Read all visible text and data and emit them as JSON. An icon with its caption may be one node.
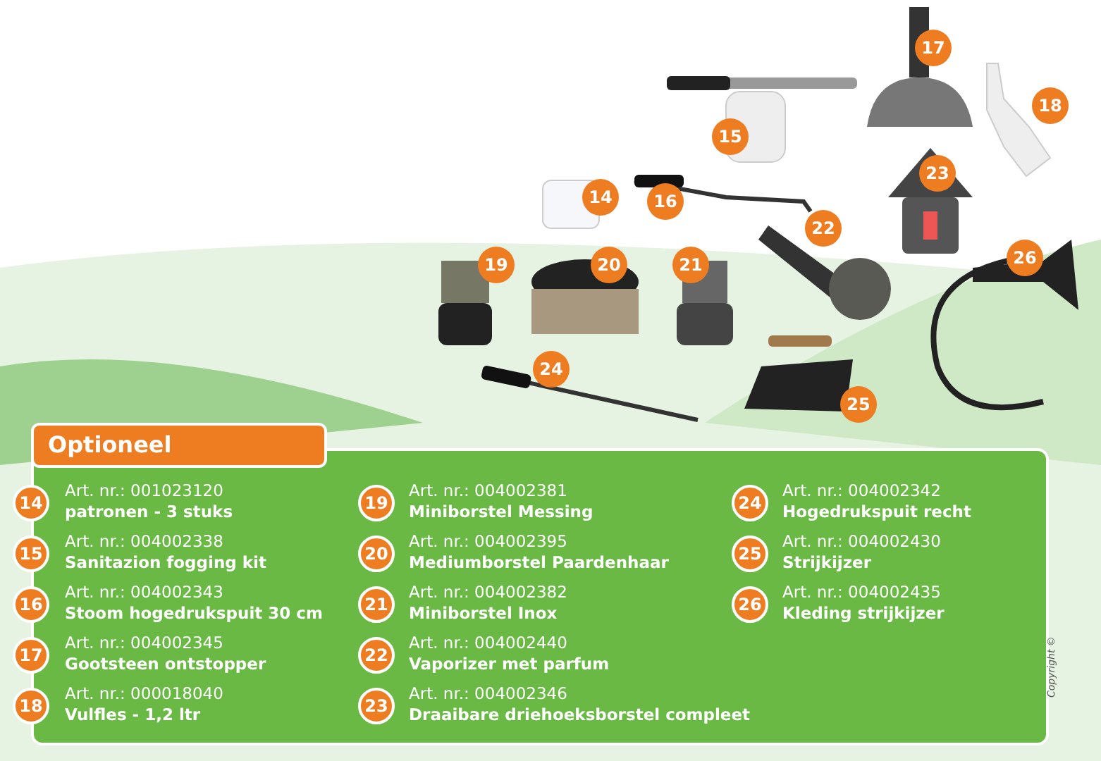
{
  "diagram": {
    "title": "Optioneel",
    "labels": [
      "17",
      "18",
      "15",
      "23",
      "14",
      "16",
      "22",
      "26",
      "19",
      "20",
      "21",
      "24",
      "25",
      "14",
      "Art. nr.: 001023120",
      "patronen - 3 stuks",
      "15",
      "Art. nr.: 004002338",
      "Sanitazion fogging kit",
      "16",
      "Art. nr.: 004002343",
      "Stoom hogedrukspuit 30 cm",
      "17",
      "Art. nr.: 004002345",
      "Gootsteen ontstopper",
      "18",
      "Art. nr.: 000018040",
      "Vulfles - 1,2 ltr",
      "19",
      "Art. nr.: 004002381",
      "Miniborstel Messing",
      "20",
      "Art. nr.: 004002395",
      "Mediumborstel Paardenhaar",
      "21",
      "Art. nr.: 004002382",
      "Miniborstel Inox",
      "22",
      "Art. nr.: 004002440",
      "Vaporizer met parfum",
      "23",
      "Art. nr.: 004002346",
      "Draaibare driehoeksborstel compleet",
      "24",
      "Art. nr.: 004002342",
      "Hogedrukspuit recht",
      "25",
      "Art. nr.: 004002430",
      "Strijkijzer",
      "26",
      "Art. nr.: 004002435",
      "Kleding strijkijzer",
      "Copyright ©"
    ]
  }
}
